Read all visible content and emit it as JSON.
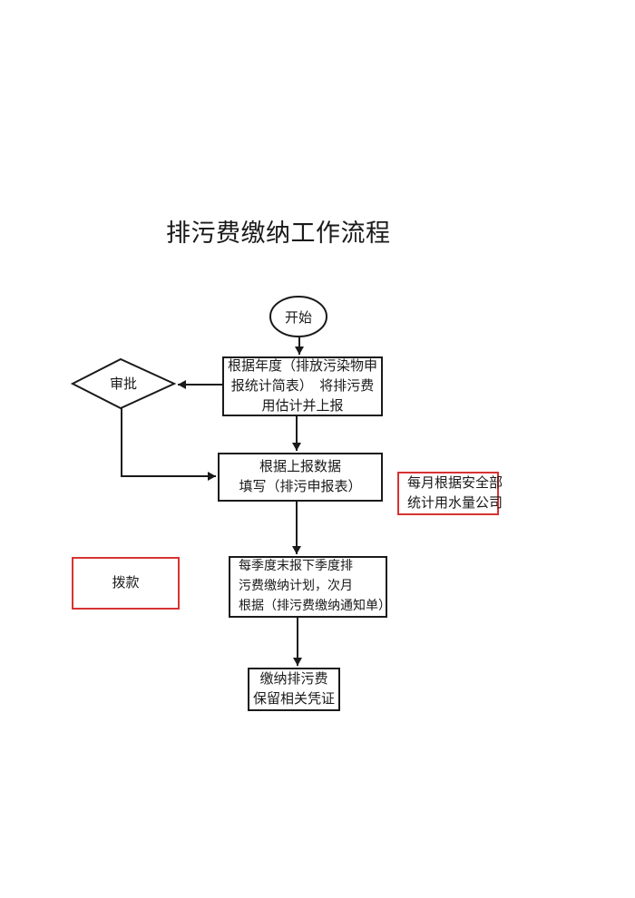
{
  "page": {
    "title": "排污费缴纳工作流程"
  },
  "colors": {
    "background": "#ffffff",
    "line": "#1a1a1a",
    "accent_red": "#d63333"
  },
  "flow": {
    "start": {
      "label": "开始"
    },
    "estimate": {
      "lines": [
        "根据年度（排放污染物申",
        "报统计简表）　将排污费",
        "用估计并上报"
      ]
    },
    "approve": {
      "label": "审批"
    },
    "fill": {
      "lines": [
        "根据上报数据",
        "填写（排污申报表）"
      ]
    },
    "water_note": {
      "lines": [
        "每月根据安全部",
        "统计用水量公司"
      ]
    },
    "plan": {
      "lines": [
        "每季度末报下季度排",
        "污费缴纳计划，次月",
        "根据（排污费缴纳通知单）"
      ]
    },
    "allocate_note": {
      "label": "拨款"
    },
    "pay": {
      "lines": [
        "缴纳排污费",
        "保留相关凭证"
      ]
    }
  }
}
